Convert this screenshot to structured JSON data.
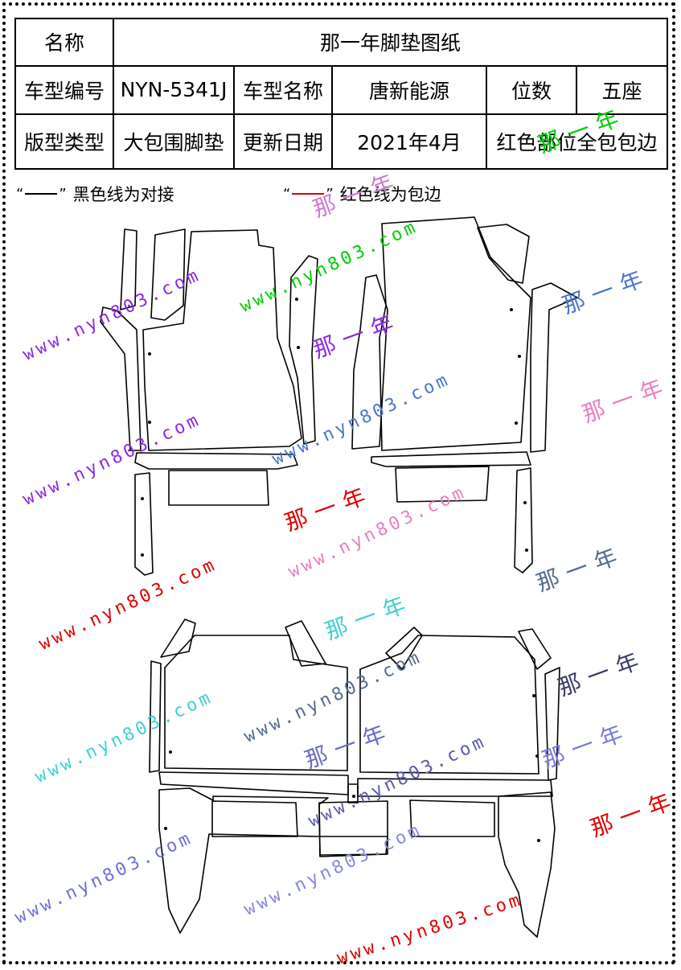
{
  "table": {
    "name_label": "名称",
    "name_value": "那一年脚垫图纸",
    "model_code_label": "车型编号",
    "model_code_value": "NYN-5341J",
    "model_name_label": "车型名称",
    "model_name_value": "唐新能源",
    "seats_label": "位数",
    "seats_value": "五座",
    "pattern_type_label": "版型类型",
    "pattern_type_value": "大包围脚垫",
    "update_label": "更新日期",
    "update_value": "2021年4月",
    "red_note": "红色部位全包包边"
  },
  "legend": {
    "open_quote": "“",
    "close_quote": "”",
    "black_text": "黑色线为对接",
    "red_text": "红色线为包边"
  },
  "watermarks": {
    "site": "www.nyn803.com",
    "brand": "那一年"
  },
  "colors": {
    "line": "#000000",
    "edging": "#e00000"
  }
}
